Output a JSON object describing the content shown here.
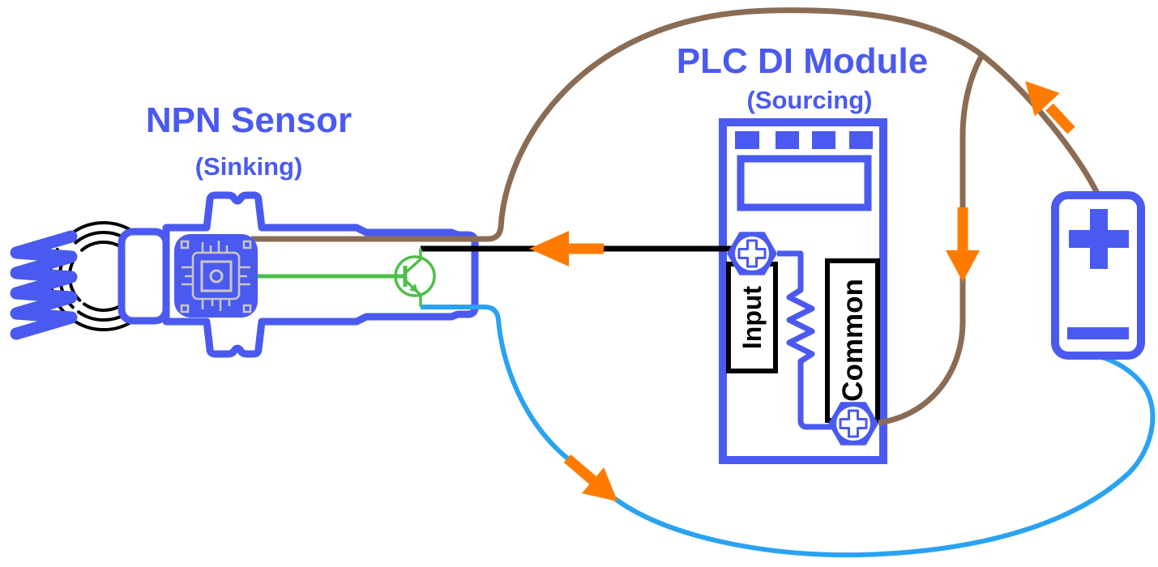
{
  "sensor": {
    "title": "NPN Sensor",
    "subtitle": "(Sinking)"
  },
  "plc_module": {
    "title": "PLC DI Module",
    "subtitle": "(Sourcing)",
    "input_label": "Input",
    "common_label": "Common"
  },
  "battery": {
    "positive_label": "+",
    "negative_label": "−"
  },
  "colors": {
    "blue": "#4a5af0",
    "wire_brown": "#8a6c55",
    "wire_black": "#000000",
    "wire_blue": "#2aa2f2",
    "green": "#4dbf48",
    "orange": "#ff7b00",
    "chip_trace": "#c9c8c0",
    "label_black": "#000000",
    "background": "#ffffff"
  }
}
